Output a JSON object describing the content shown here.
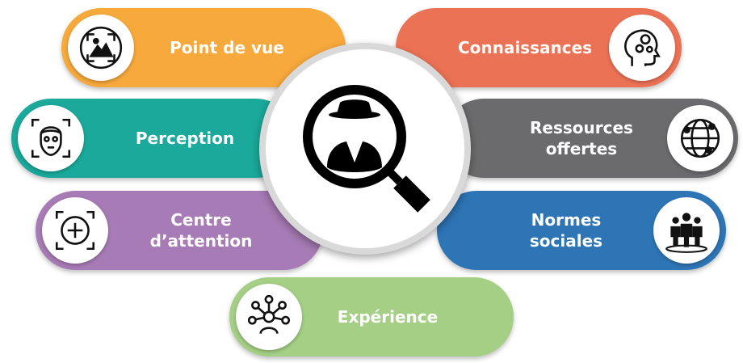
{
  "items": [
    {
      "label": "Point de vue",
      "color": "#f7a93b",
      "icon": "image-frame-icon"
    },
    {
      "label": "Connaissances",
      "color": "#ec7255",
      "icon": "head-gears-icon"
    },
    {
      "label": "Perception",
      "color": "#1aa99b",
      "icon": "face-scan-icon"
    },
    {
      "label": "Ressources\noffertes",
      "color": "#6b6b6e",
      "icon": "globe-network-icon"
    },
    {
      "label": "Centre\nd’attention",
      "color": "#a77bb5",
      "icon": "focus-target-icon"
    },
    {
      "label": "Normes\nsociales",
      "color": "#2e75b6",
      "icon": "group-people-icon"
    },
    {
      "label": "Expérience",
      "color": "#a4cf85",
      "icon": "person-network-icon"
    }
  ],
  "center": {
    "icon": "magnifier-detective-icon"
  }
}
